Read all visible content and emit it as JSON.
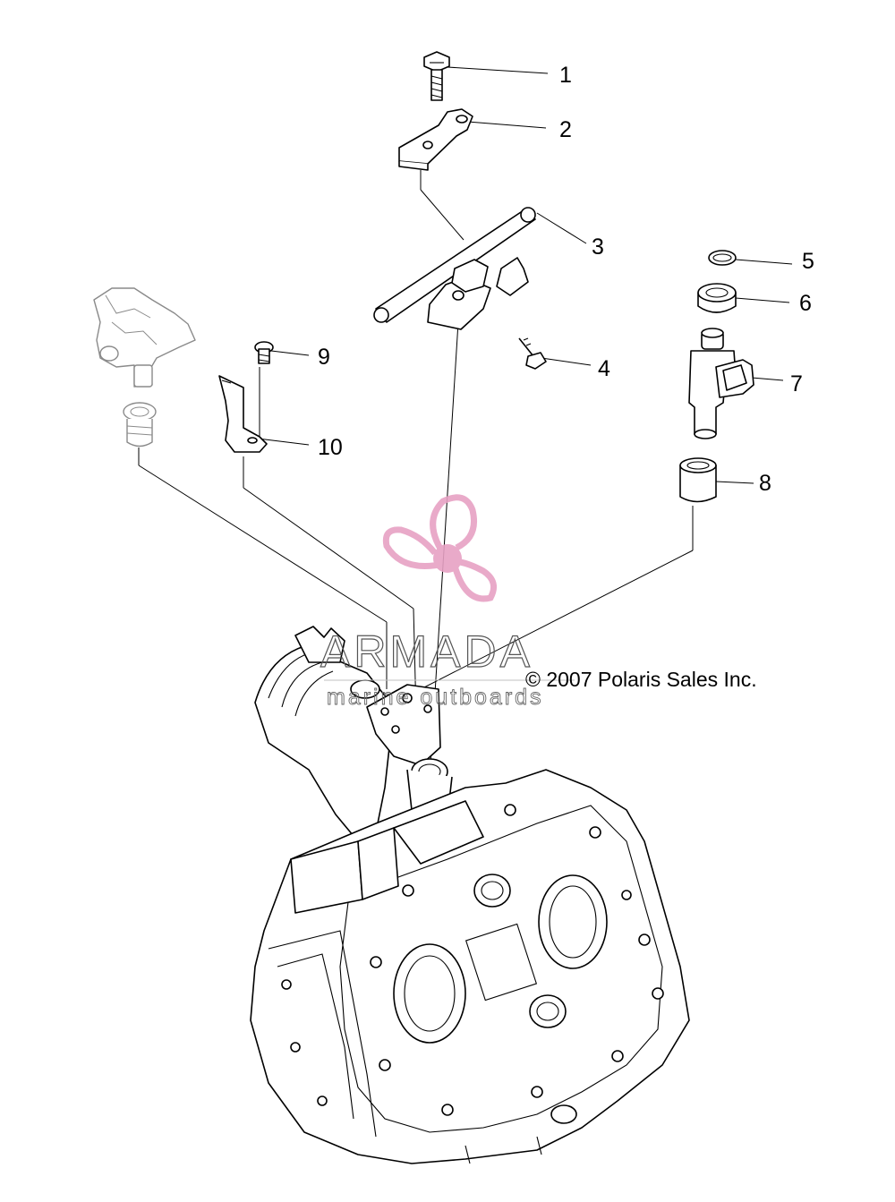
{
  "callouts": [
    "1",
    "2",
    "3",
    "4",
    "5",
    "6",
    "7",
    "8",
    "9",
    "10"
  ],
  "copyright": "© 2007 Polaris Sales Inc.",
  "watermark": {
    "brand": "ARMADA",
    "tagline": "marine outboards",
    "logo_color": "#e7a1c4"
  },
  "icons": {
    "logo": "propeller-logo-icon"
  }
}
